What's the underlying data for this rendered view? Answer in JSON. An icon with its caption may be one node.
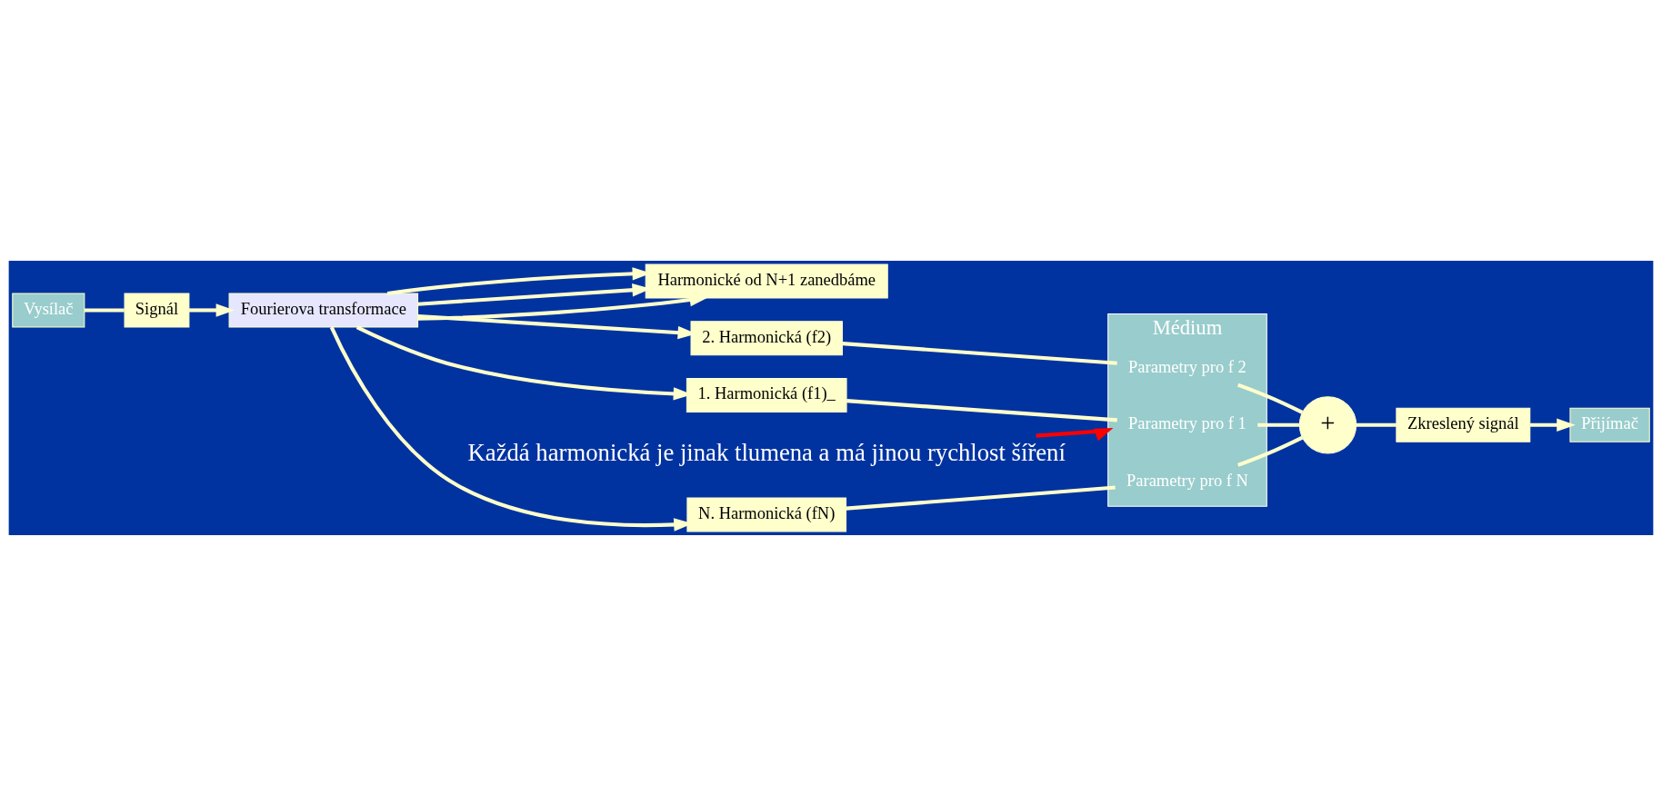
{
  "diagram": {
    "nodes": [
      {
        "text": [
          "Vysílač"
        ]
      },
      {
        "text": [
          "Signál"
        ]
      },
      {
        "text": [
          "Fourierova transformace"
        ]
      },
      {
        "text": [
          "1. Harmonická (f1)_"
        ]
      },
      {
        "text": [
          "2. Harmonická (f2)"
        ]
      },
      {
        "text": [
          "N. Harmonická (fN)"
        ]
      },
      {
        "text": [
          "Harmonické od N+1 zanedbáme"
        ]
      },
      {
        "text": [
          "Médium"
        ]
      },
      {
        "text": [
          "Parametry pro f 1"
        ],
        "in": 7
      },
      {
        "text": [
          "Parametry pro f 2"
        ],
        "in": 7
      },
      {
        "text": [
          "Parametry pro f N"
        ],
        "in": 7
      },
      {
        "text": [
          "+"
        ]
      },
      {
        "text": [
          "Zkreslený signál"
        ]
      },
      {
        "text": [
          "Přijímač"
        ]
      },
      {
        "text": [
          "Každá harmonická je jinak tlumena a má jinou rychlost šíření"
        ]
      }
    ],
    "edges": [
      {
        "from": 0,
        "to": 1,
        "arrow": "none"
      },
      {
        "from": 1,
        "to": 2,
        "arrow": "to"
      },
      {
        "from": 2,
        "to": 3,
        "arrow": "to"
      },
      {
        "from": 2,
        "to": 4,
        "arrow": "to"
      },
      {
        "from": 2,
        "to": 5,
        "arrow": "to"
      },
      {
        "from": 2,
        "to": 6,
        "arrow": "to"
      },
      {
        "from": 2,
        "to": 6,
        "arrow": "to"
      },
      {
        "from": 2,
        "to": 6,
        "arrow": "to"
      },
      {
        "from": 3,
        "to": 8,
        "arrow": "none"
      },
      {
        "from": 4,
        "to": 9,
        "arrow": "none"
      },
      {
        "from": 5,
        "to": 10,
        "arrow": "none"
      },
      {
        "from": 8,
        "to": 11,
        "arrow": "none"
      },
      {
        "from": 9,
        "to": 11,
        "arrow": "none"
      },
      {
        "from": 10,
        "to": 11,
        "arrow": "none"
      },
      {
        "from": 11,
        "to": 12,
        "arrow": "none"
      },
      {
        "from": 12,
        "to": 13,
        "arrow": "to"
      },
      {
        "from": 14,
        "to": 7,
        "arrow": "to",
        "color": "#ff0000"
      }
    ]
  }
}
